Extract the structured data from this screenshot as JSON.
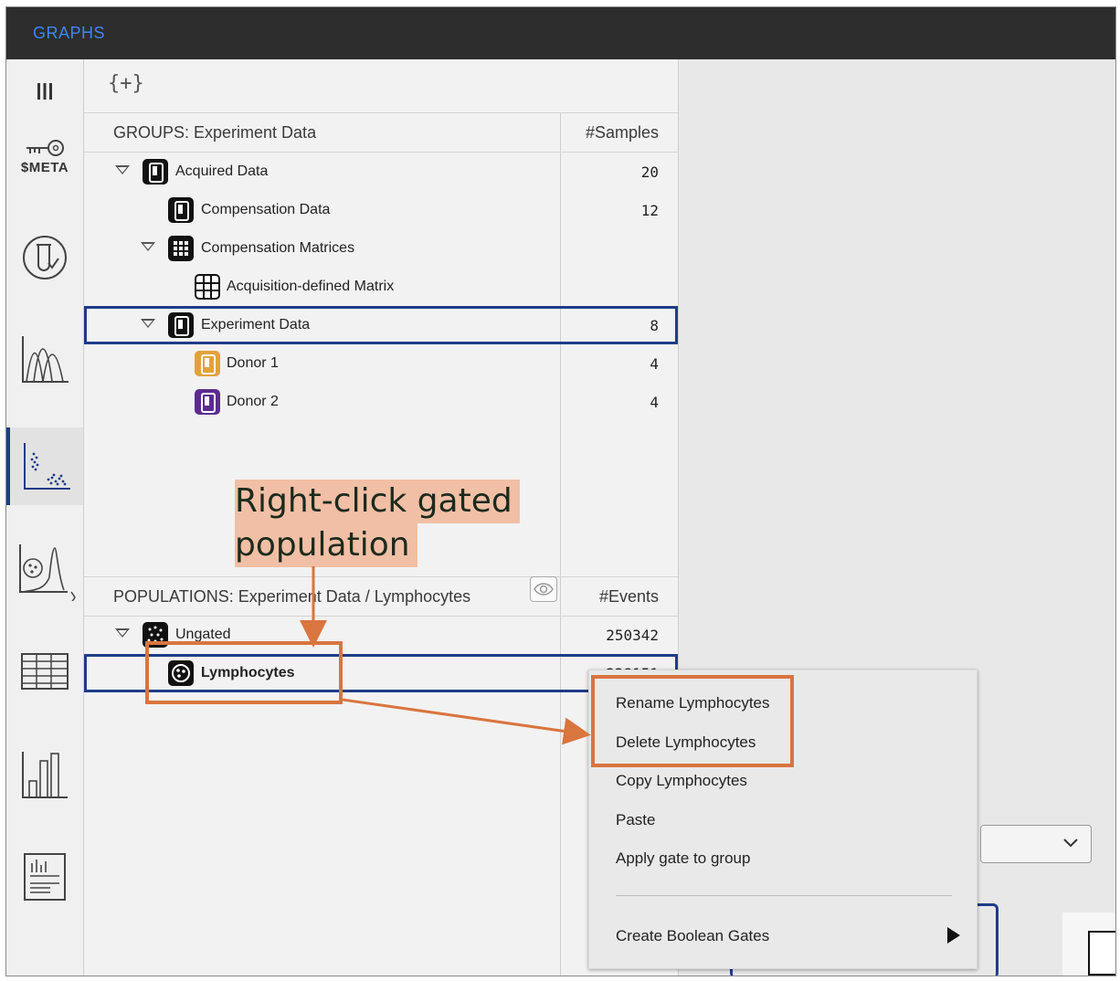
{
  "app": {
    "title": "GRAPHS"
  },
  "sidebar": {
    "items": [
      {
        "name": "menu-icon"
      },
      {
        "name": "key-icon",
        "label": "$META"
      },
      {
        "name": "tube-check-icon"
      },
      {
        "name": "histogram-overlay-icon"
      },
      {
        "name": "scatter-plot-icon"
      },
      {
        "name": "population-histogram-icon"
      },
      {
        "name": "table-icon"
      },
      {
        "name": "bar-chart-icon"
      },
      {
        "name": "report-icon"
      }
    ]
  },
  "toolbar": {
    "add_label": "{+}"
  },
  "groups": {
    "header": "GROUPS: Experiment Data",
    "count_header": "#Samples",
    "rows": [
      {
        "label": "Acquired Data",
        "count": "20",
        "icon": "vial-icon"
      },
      {
        "label": "Compensation Data",
        "count": "12",
        "icon": "vial-icon"
      },
      {
        "label": "Compensation Matrices",
        "count": "",
        "icon": "matrix-icon"
      },
      {
        "label": "Acquisition-defined Matrix",
        "count": "",
        "icon": "matrix-outline-icon"
      },
      {
        "label": "Experiment Data",
        "count": "8",
        "icon": "vial-icon"
      },
      {
        "label": "Donor 1",
        "count": "4",
        "icon": "vial-orange-icon",
        "color": "#e1a23a"
      },
      {
        "label": "Donor 2",
        "count": "4",
        "icon": "vial-purple-icon",
        "color": "#5b2c8f"
      }
    ]
  },
  "annotation": {
    "line1": "Right-click gated",
    "line2": "population"
  },
  "populations": {
    "header": "POPULATIONS: Experiment Data / Lymphocytes",
    "count_header": "#Events",
    "rows": [
      {
        "label": "Ungated",
        "count": "250342",
        "icon": "dots-icon"
      },
      {
        "label": "Lymphocytes",
        "count": "228151",
        "icon": "cells-icon"
      }
    ]
  },
  "context_menu": {
    "items": [
      "Rename Lymphocytes",
      "Delete Lymphocytes",
      "Copy Lymphocytes",
      "Paste",
      "Apply gate to group",
      "Create Boolean Gates"
    ]
  },
  "colors": {
    "accent": "#1f3c88",
    "highlight": "#d9753f",
    "title": "#3f86f0"
  }
}
